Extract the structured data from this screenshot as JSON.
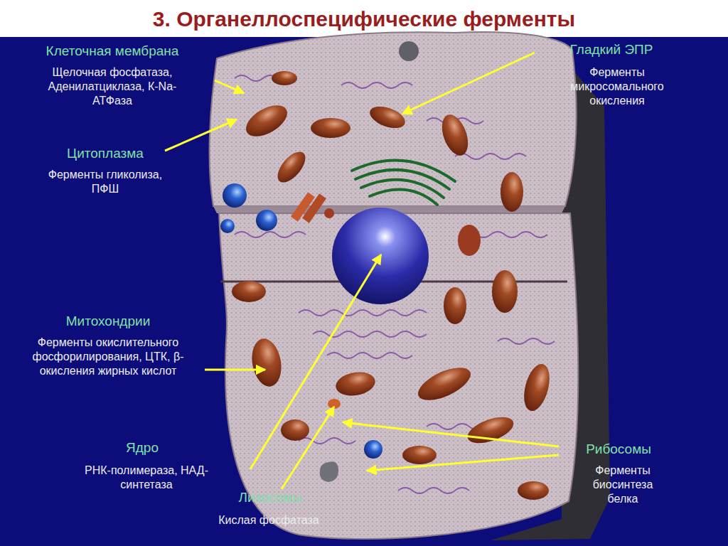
{
  "diagram": {
    "title": "3. Органеллоспецифические ферменты",
    "labels": [
      "Клеточная мембрана",
      "Щелочная фосфатаза, Аденилатциклаза, К-Na-АТФаза",
      "Цитоплазма",
      "Ферменты гликолиза, ПФШ",
      "Митохондрии",
      "Ферменты окислительного фосфорилирования, ЦТК, β-окисления жирных кислот",
      "Ядро",
      "РНК-полимераза, НАД-синтетаза",
      "Лизосомы",
      "Кислая фосфатаза",
      "Гладкий ЭПР",
      "Ферменты микросомального окисления",
      "Рибосомы",
      "Ферменты биосинтеза белка"
    ]
  }
}
